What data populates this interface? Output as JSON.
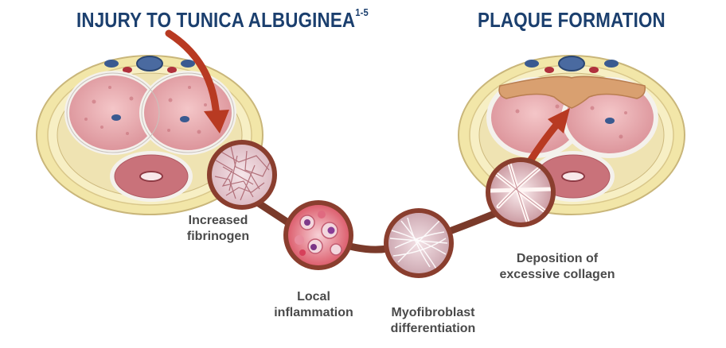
{
  "headings": {
    "left": {
      "text": "INJURY TO TUNICA ALBUGINEA",
      "superscript": "1-5"
    },
    "right": {
      "text": "PLAQUE FORMATION"
    }
  },
  "stages": [
    {
      "line1": "Increased",
      "line2": "fibrinogen"
    },
    {
      "line1": "Local",
      "line2": "inflammation"
    },
    {
      "line1": "Myofibroblast",
      "line2": "differentiation"
    },
    {
      "line1": "Deposition of",
      "line2": "excessive collagen"
    }
  ],
  "colors": {
    "heading": "#1b3f6e",
    "connector": "#7a3a2a",
    "arrow": "#b83a22",
    "tissue_pink": "#e7a4a9",
    "tissue_yellow": "#f2e6a8",
    "plaque": "#d9a070",
    "label": "#4a4a4a"
  }
}
